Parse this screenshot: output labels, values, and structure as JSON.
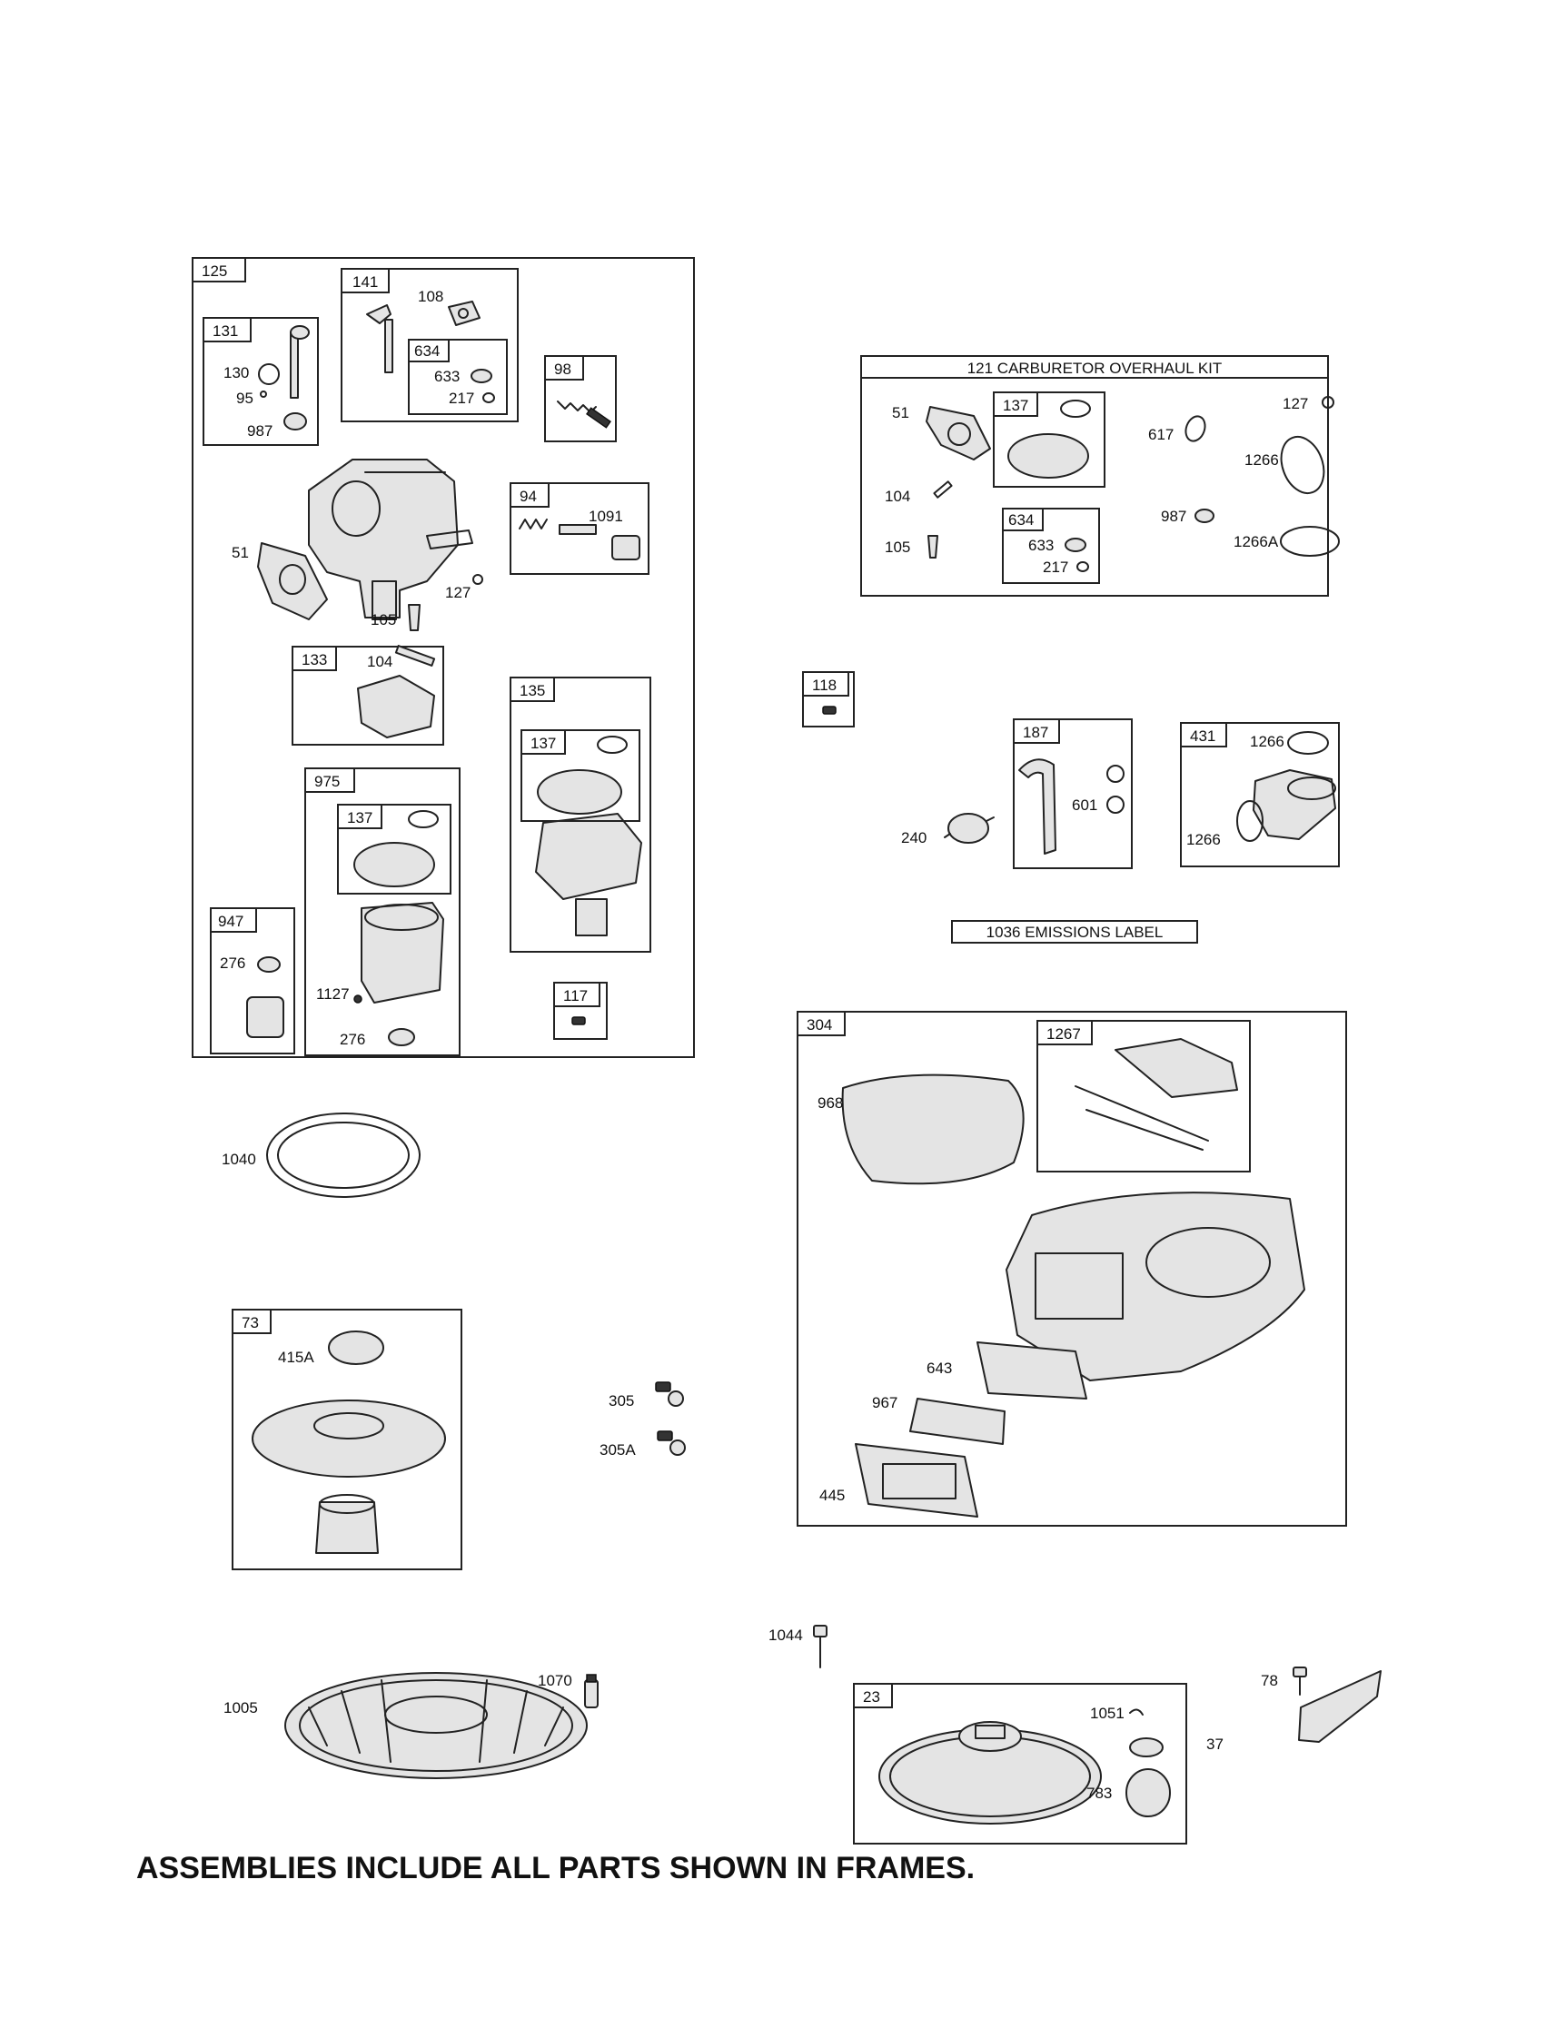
{
  "footer": "ASSEMBLIES INCLUDE ALL PARTS SHOWN IN FRAMES.",
  "frames": {
    "f125": "125",
    "f131": "131",
    "f141": "141",
    "f634a": "634",
    "f98": "98",
    "f94": "94",
    "f133": "133",
    "f135": "135",
    "f137a": "137",
    "f975": "975",
    "f137b": "137",
    "f947": "947",
    "f117": "117",
    "f121": "121 CARBURETOR OVERHAUL KIT",
    "f137c": "137",
    "f634b": "634",
    "f118": "118",
    "f187": "187",
    "f431": "431",
    "f1036": "1036 EMISSIONS LABEL",
    "f304": "304",
    "f1267": "1267",
    "f73": "73",
    "f23": "23"
  },
  "labels": {
    "l130": "130",
    "l95": "95",
    "l987a": "987",
    "l108": "108",
    "l633a": "633",
    "l217a": "217",
    "l1091": "1091",
    "l51a": "51",
    "l127a": "127",
    "l105a": "105",
    "l104a": "104",
    "l276a": "276",
    "l1127": "1127",
    "l276b": "276",
    "l51b": "51",
    "l104b": "104",
    "l105b": "105",
    "l633b": "633",
    "l217b": "217",
    "l617": "617",
    "l127b": "127",
    "l1266a": "1266",
    "l987b": "987",
    "l1266A": "1266A",
    "l240": "240",
    "l601": "601",
    "l1266b": "1266",
    "l1266c": "1266",
    "l968": "968",
    "l643": "643",
    "l967": "967",
    "l445": "445",
    "l1040": "1040",
    "l415A": "415A",
    "l305": "305",
    "l305A": "305A",
    "l1044": "1044",
    "l1005": "1005",
    "l1070": "1070",
    "l1051": "1051",
    "l783": "783",
    "l78": "78",
    "l37": "37"
  }
}
